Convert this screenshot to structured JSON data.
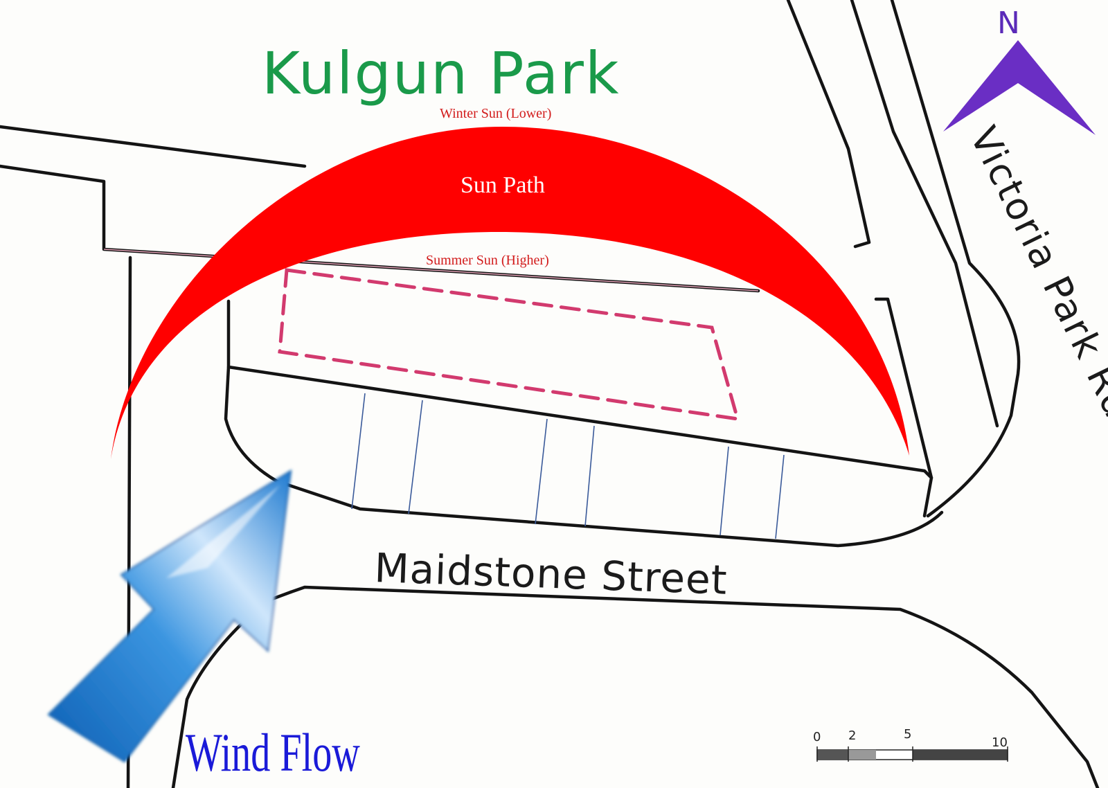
{
  "labels": {
    "park_name": "Kulgun Park",
    "street_name": "Maidstone Street",
    "road_name": "Victoria Park Rd",
    "north": "N"
  },
  "sun_path": {
    "title": "Sun Path",
    "winter_label": "Winter Sun (Lower)",
    "summer_label": "Summer Sun (Higher)",
    "color": "#ff0000"
  },
  "wind": {
    "label": "Wind Flow",
    "color": "#1f7fd6"
  },
  "scale_bar": {
    "ticks": [
      "0",
      "2",
      "5",
      "10"
    ]
  },
  "colors": {
    "park_text": "#1a9a4a",
    "north_arrow": "#6a2ec4",
    "site_boundary": "#d23a6e"
  }
}
